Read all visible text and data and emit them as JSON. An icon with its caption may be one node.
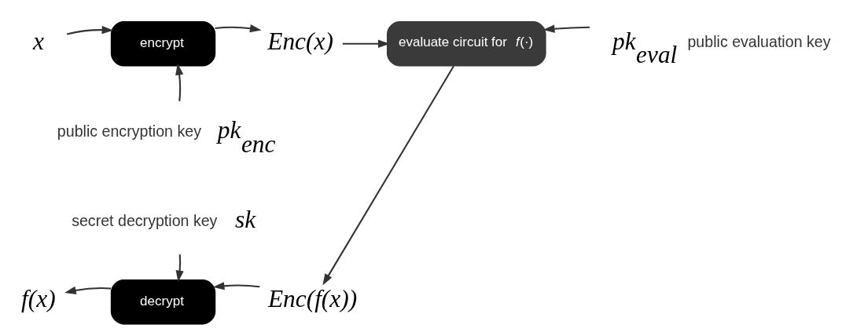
{
  "diagram": {
    "nodes": [
      {
        "text": [
          "x"
        ]
      },
      {
        "text": [
          "encrypt"
        ]
      },
      {
        "text": [
          "Enc(x)"
        ]
      },
      {
        "text": [
          "pk$_{enc}$"
        ],
        "beside": [
          "public encryption key"
        ]
      },
      {
        "text": [
          "evaluate circuit for *f*(·)"
        ]
      },
      {
        "text": [
          "pk$_{eval}$"
        ],
        "beside": [
          "public evaluation key"
        ]
      },
      {
        "text": [
          "sk"
        ],
        "beside": [
          "secret decryption key"
        ]
      },
      {
        "text": [
          "decrypt"
        ]
      },
      {
        "text": [
          "f(x)"
        ]
      },
      {
        "text": [
          "Enc(f(x))"
        ]
      }
    ],
    "edges": [
      {
        "from": 0,
        "to": 1,
        "arrow": "to"
      },
      {
        "from": 1,
        "to": 2,
        "arrow": "to"
      },
      {
        "from": 3,
        "to": 1,
        "arrow": "to"
      },
      {
        "from": 2,
        "to": 4,
        "arrow": "to"
      },
      {
        "from": 5,
        "to": 4,
        "arrow": "to"
      },
      {
        "from": 4,
        "to": 9,
        "arrow": "to"
      },
      {
        "from": 9,
        "to": 7,
        "arrow": "to"
      },
      {
        "from": 6,
        "to": 7,
        "arrow": "to"
      },
      {
        "from": 7,
        "to": 8,
        "arrow": "to"
      }
    ]
  }
}
